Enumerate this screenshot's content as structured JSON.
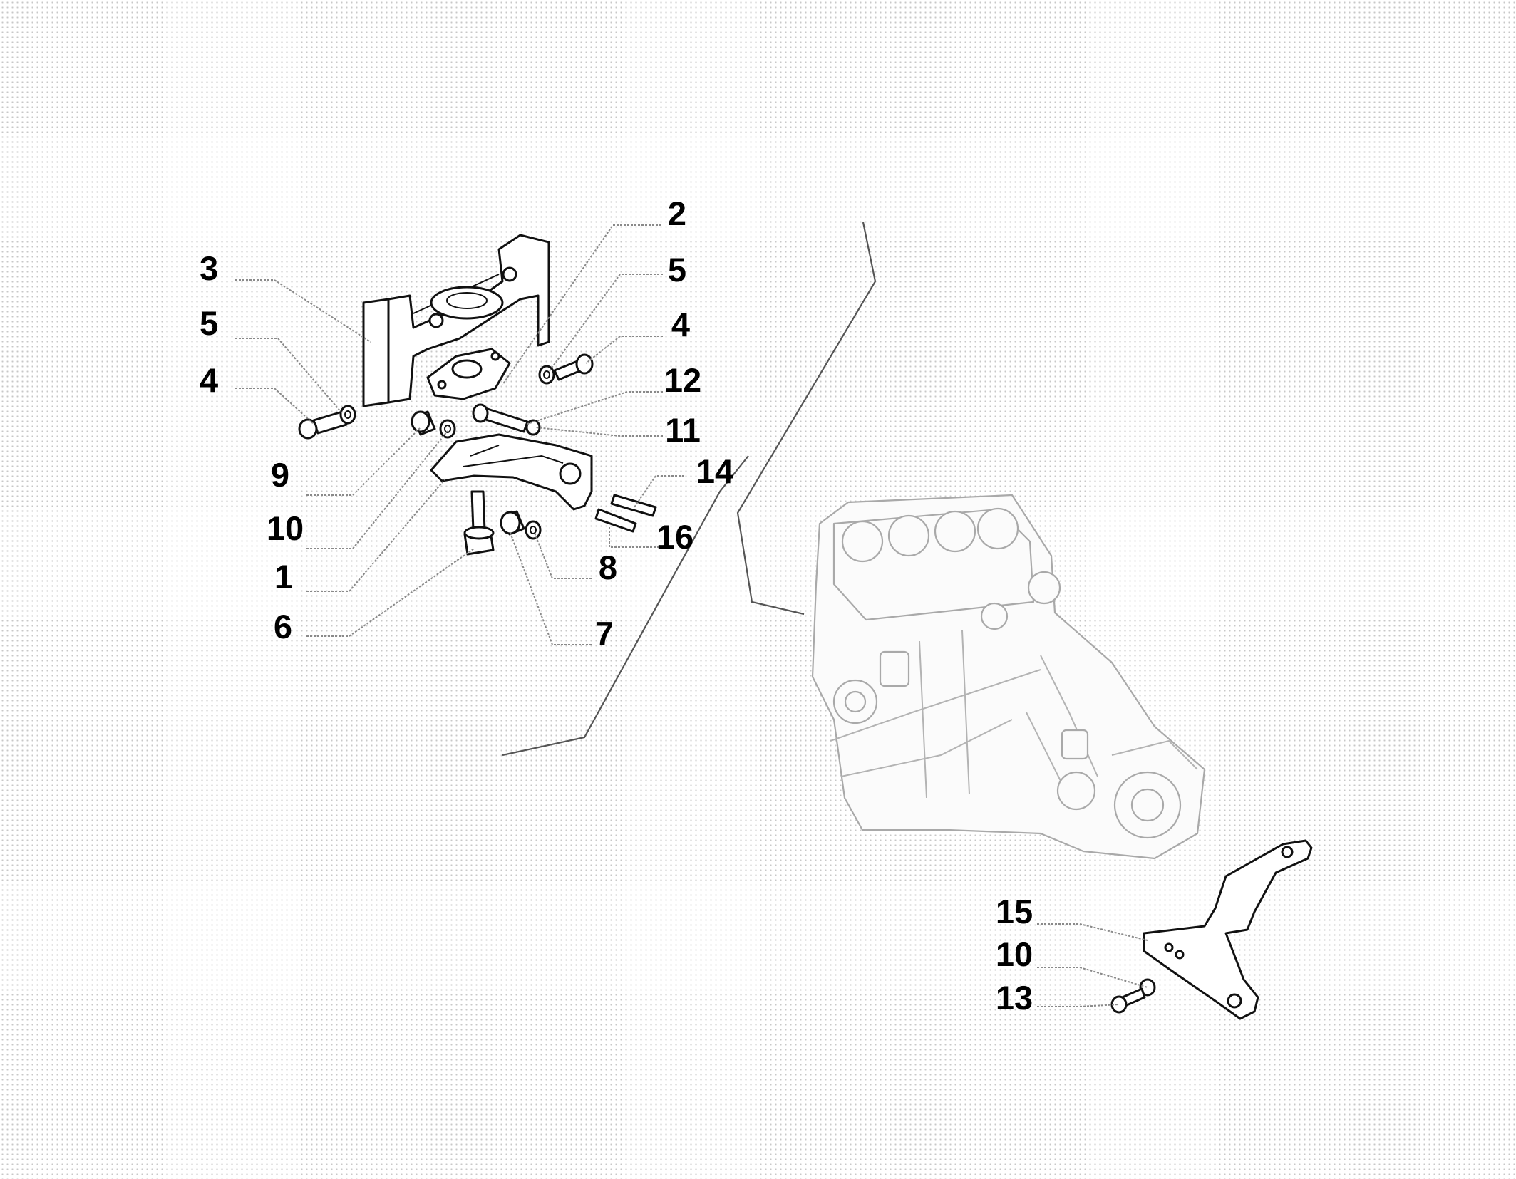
{
  "diagram": {
    "callouts": [
      {
        "id": "c1",
        "label": "1"
      },
      {
        "id": "c2",
        "label": "2"
      },
      {
        "id": "c3",
        "label": "3"
      },
      {
        "id": "c4a",
        "label": "4"
      },
      {
        "id": "c4b",
        "label": "4"
      },
      {
        "id": "c5a",
        "label": "5"
      },
      {
        "id": "c5b",
        "label": "5"
      },
      {
        "id": "c6",
        "label": "6"
      },
      {
        "id": "c7",
        "label": "7"
      },
      {
        "id": "c8",
        "label": "8"
      },
      {
        "id": "c9",
        "label": "9"
      },
      {
        "id": "c10a",
        "label": "10"
      },
      {
        "id": "c10b",
        "label": "10"
      },
      {
        "id": "c11",
        "label": "11"
      },
      {
        "id": "c12",
        "label": "12"
      },
      {
        "id": "c13",
        "label": "13"
      },
      {
        "id": "c14",
        "label": "14"
      },
      {
        "id": "c15",
        "label": "15"
      },
      {
        "id": "c16",
        "label": "16"
      }
    ]
  }
}
